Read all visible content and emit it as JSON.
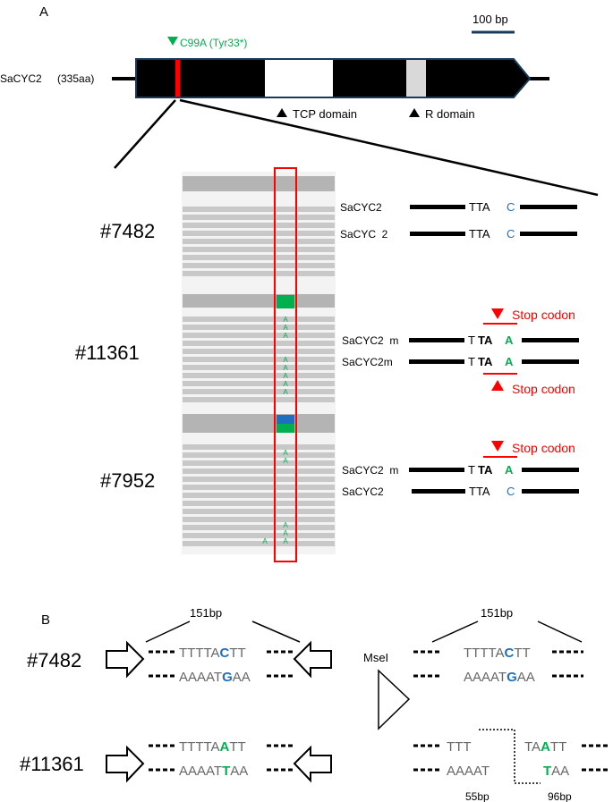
{
  "panel_labels": {
    "a": "A",
    "b": "B"
  },
  "colors": {
    "green": "#00b050",
    "blue": "#1f6fbf",
    "red": "#ff0000",
    "navy": "#1a3a5c",
    "read_gray": "#c8c8c8"
  },
  "panel_a": {
    "scale_bar_label": "100 bp",
    "gene": {
      "name": "SaCYC2",
      "length": "(335aa)"
    },
    "mutation_label": "C99A (Tyr33*)",
    "tcp_domain_label": "TCP domain",
    "r_domain_label": "R domain",
    "rows": [
      {
        "sample": "#7482",
        "alleles": [
          {
            "label": "SaCYC2",
            "prefix": "TTA",
            "base": "C"
          },
          {
            "label": "SaCYC  2",
            "prefix": "TTA",
            "base": "C"
          }
        ]
      },
      {
        "sample": "#11361",
        "alleles": [
          {
            "label": "SaCYC2  m",
            "prefix_plain": "T",
            "prefix_bold": "TA",
            "base": "A"
          },
          {
            "label": "SaCYC2m",
            "prefix_plain": "T",
            "prefix_bold": "TA",
            "base": "A"
          }
        ]
      },
      {
        "sample": "#7952",
        "alleles": [
          {
            "label": "SaCYC2  m",
            "prefix_plain": "T",
            "prefix_bold": "TA",
            "base": "A"
          },
          {
            "label": "SaCYC2",
            "prefix": "TTA",
            "base": "C"
          }
        ]
      }
    ],
    "stop_codon_label": "Stop codon",
    "read_base": "A"
  },
  "panel_b": {
    "bp151": "151bp",
    "enzyme": "MseI",
    "bp55": "55bp",
    "bp96": "96bp",
    "wt": {
      "sample": "#7482",
      "top_pre": "TTTTA",
      "top_base": "C",
      "top_post": "TT",
      "bot_pre": "AAAAT",
      "bot_base": "G",
      "bot_post": "AA"
    },
    "mut": {
      "sample": "#11361",
      "top_pre": "TTTTA",
      "top_base": "A",
      "top_post": "TT",
      "bot_pre": "AAAAT",
      "bot_base": "T",
      "bot_post": "AA"
    },
    "digest": {
      "left_top": "TTT",
      "left_bot": "AAAAT",
      "right_top_pre": "TA",
      "right_top_base": "A",
      "right_top_post": "TT",
      "right_bot_base": "T",
      "right_bot_post": "AA"
    }
  }
}
